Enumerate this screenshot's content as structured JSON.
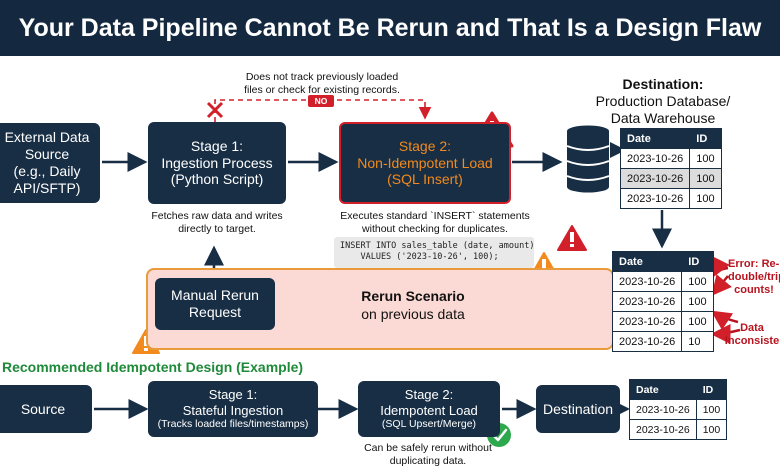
{
  "title": "Your Data Pipeline Cannot Be Rerun and That Is a Design Flaw",
  "top_flow": {
    "source": [
      "External Data",
      "Source",
      "(e.g., Daily",
      "API/SFTP)"
    ],
    "stage1": [
      "Stage 1:",
      "Ingestion Process",
      "(Python Script)"
    ],
    "stage2": [
      "Stage 2:",
      "Non-Idempotent Load",
      "(SQL Insert)"
    ],
    "note_top": [
      "Does not track previously loaded",
      "files or check for existing records."
    ],
    "no_label": "NO",
    "note_stage1": [
      "Fetches raw data and writes",
      "directly to target."
    ],
    "note_stage2": [
      "Executes standard `INSERT` statements",
      "without checking for duplicates."
    ],
    "code": [
      "INSERT INTO sales_table (date, amount)",
      "    VALUES ('2023-10-26', 100);"
    ],
    "destination": {
      "title": "Destination:",
      "lines": [
        "Production Database/",
        "Data Warehouse"
      ]
    },
    "dest_table": {
      "headers": [
        "Date",
        "ID"
      ],
      "rows": [
        [
          "2023-10-26",
          "100"
        ],
        [
          "2023-10-26",
          "100"
        ],
        [
          "2023-10-26",
          "100"
        ]
      ]
    }
  },
  "rerun": {
    "manual": [
      "Manual Rerun",
      "Request"
    ],
    "scenario_title": "Rerun Scenario",
    "scenario_sub": "on previous data",
    "table": {
      "headers": [
        "Date",
        "ID"
      ],
      "rows": [
        [
          "2023-10-26",
          "100"
        ],
        [
          "2023-10-26",
          "100"
        ],
        [
          "2023-10-26",
          "100"
        ],
        [
          "2023-10-26",
          "10"
        ]
      ]
    },
    "error_label": [
      "Error: Re-ru",
      "double/trip",
      "counts!"
    ],
    "inconsistent_label": [
      "Data",
      "Inconsiste"
    ]
  },
  "recommended": {
    "title": "Recommended Idempotent Design (Example)",
    "source": "Source",
    "stage1": [
      "Stage 1:",
      "Stateful Ingestion",
      "(Tracks loaded files/timestamps)"
    ],
    "stage2": [
      "Stage 2:",
      "Idempotent Load",
      "(SQL Upsert/Merge)"
    ],
    "destination": "Destination",
    "note": [
      "Can be safely rerun without",
      "duplicating data."
    ],
    "table": {
      "headers": [
        "Date",
        "ID"
      ],
      "rows": [
        [
          "2023-10-26",
          "100"
        ],
        [
          "2023-10-26",
          "100"
        ]
      ]
    }
  },
  "colors": {
    "navy": "#182e44",
    "alert_red": "#d2202b",
    "warning_orange": "#f28a1e",
    "rerun_panel": "#fbd9d4",
    "success_green": "#2ea84c",
    "heading_green": "#1f8a3a"
  }
}
